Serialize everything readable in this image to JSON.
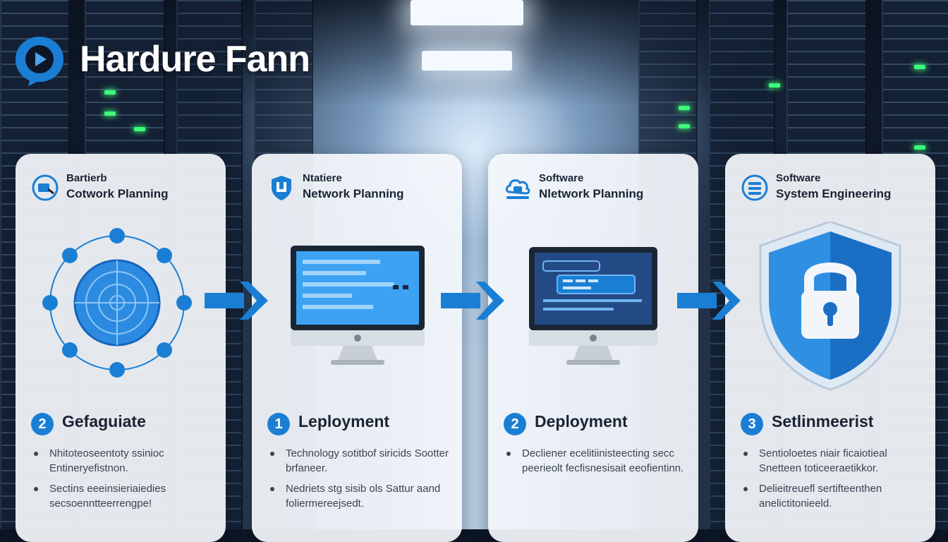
{
  "header": {
    "title": "Hardure Fann",
    "logo_icon": "play-speech-bubble-icon"
  },
  "colors": {
    "accent": "#1a7fd4",
    "accent_light": "#4aa3f0",
    "card_bg": "#f4f8fc",
    "text_dark": "#1a2233",
    "led_green": "#3dff7a"
  },
  "cards": [
    {
      "icon": "network-hub-icon",
      "title_line1": "Bartierb",
      "title_line2": "Cotwork Planning",
      "illustration": "network-globe-icon",
      "step_number": "2",
      "step_label": "Gefaguiate",
      "bullets": [
        "Nhitoteoseentoty ssinioc Entineryefistnon.",
        "Sectins eeeinsieriaiedies secsoenntteerrengpe!"
      ]
    },
    {
      "icon": "shield-network-icon",
      "title_line1": "Ntatiere",
      "title_line2": "Network Planning",
      "illustration": "desktop-monitor-icon",
      "step_number": "1",
      "step_label": "Leployment",
      "bullets": [
        "Technology sotitbof siricids Sootter brfaneer.",
        "Nedriets stg sisib ols Sattur aand foliermereejsedt."
      ]
    },
    {
      "icon": "cloud-server-icon",
      "title_line1": "Software",
      "title_line2": "Nletwork Planning",
      "illustration": "code-monitor-icon",
      "step_number": "2",
      "step_label": "Deployment",
      "bullets": [
        "Decliener ecelitiinisteecting secc peerieolt fecfisnesisait eeofientinn."
      ]
    },
    {
      "icon": "server-stack-icon",
      "title_line1": "Software",
      "title_line2": "System Engineering",
      "illustration": "security-shield-lock-icon",
      "step_number": "3",
      "step_label": "Setlinmeerist",
      "bullets": [
        "Sentioloetes niair ficaiotieal Snetteen toticeeraetikkor.",
        "Delieitreuefl sertifteenthen anelictitonieeld."
      ]
    }
  ],
  "arrows": [
    "arrow-right-icon",
    "arrow-right-icon",
    "arrow-right-icon"
  ]
}
